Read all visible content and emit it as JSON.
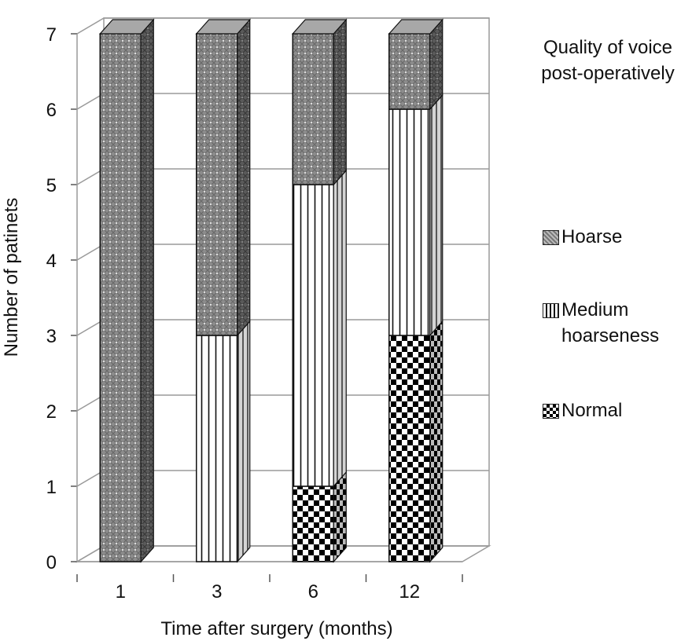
{
  "chart_data": {
    "type": "bar",
    "stacked": true,
    "categories": [
      "1",
      "3",
      "6",
      "12"
    ],
    "series": [
      {
        "name": "Normal",
        "values": [
          0,
          0,
          1,
          3
        ],
        "pattern": "checker",
        "color": "#000000"
      },
      {
        "name": "Medium hoarseness",
        "values": [
          0,
          3,
          4,
          3
        ],
        "pattern": "vertical-stripes",
        "color": "#ffffff"
      },
      {
        "name": "Hoarse",
        "values": [
          7,
          4,
          2,
          1
        ],
        "pattern": "dotted-crosshatch",
        "color": "#8a8a8a"
      }
    ],
    "xlabel": "Time after surgery (months)",
    "ylabel": "Number of patinets",
    "ylim": [
      0,
      7
    ],
    "yticks": [
      "0",
      "1",
      "2",
      "3",
      "4",
      "5",
      "6",
      "7"
    ],
    "grid": true,
    "three_d": true,
    "legend_title": "Quality of voice post-operatively",
    "legend_position": "right"
  }
}
